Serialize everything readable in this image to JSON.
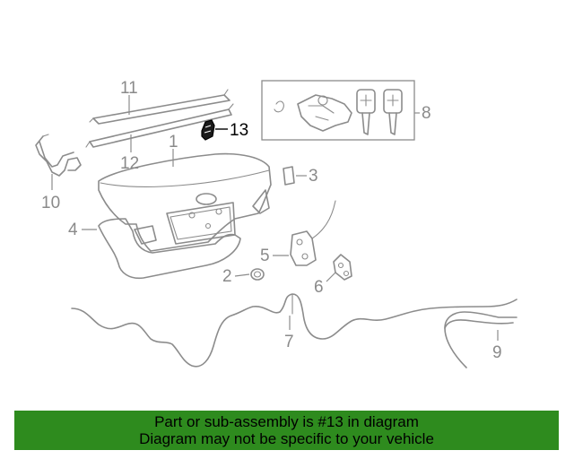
{
  "diagram": {
    "callouts": {
      "c1": "1",
      "c2": "2",
      "c3": "3",
      "c4": "4",
      "c5": "5",
      "c6": "6",
      "c7": "7",
      "c8": "8",
      "c9": "9",
      "c10": "10",
      "c11": "11",
      "c12": "12",
      "c13": "13"
    },
    "highlighted_part": "13",
    "colors": {
      "line": "#8c8c8c",
      "highlight": "#000000",
      "banner": "#2e8b1e"
    }
  },
  "banner": {
    "line1": "Part or sub-assembly is #13 in diagram",
    "line2": "Diagram may not be specific to your vehicle"
  }
}
